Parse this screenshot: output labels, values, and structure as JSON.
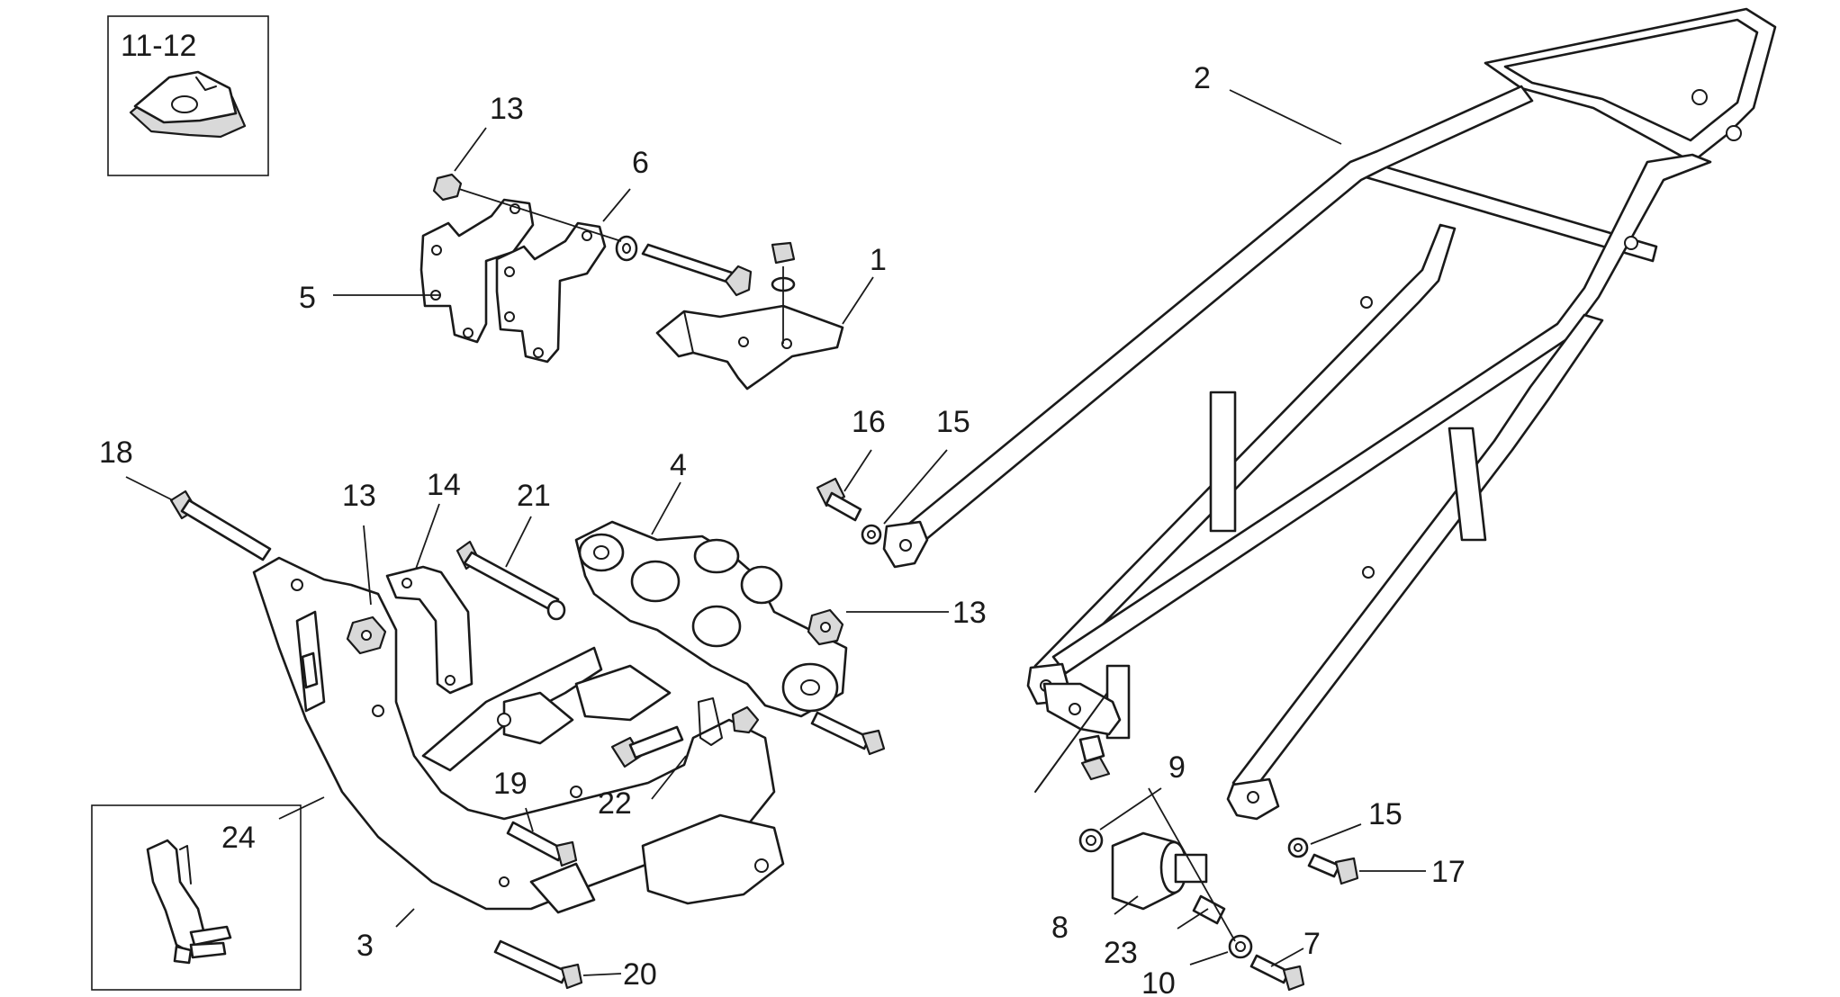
{
  "callouts": {
    "c_11_12": "11-12",
    "c_13_top": "13",
    "c_6": "6",
    "c_5": "5",
    "c_1": "1",
    "c_2": "2",
    "c_18": "18",
    "c_13_left": "13",
    "c_14": "14",
    "c_21": "21",
    "c_4": "4",
    "c_16": "16",
    "c_15_top": "15",
    "c_13_right": "13",
    "c_22": "22",
    "c_19": "19",
    "c_24": "24",
    "c_3": "3",
    "c_20": "20",
    "c_9": "9",
    "c_8": "8",
    "c_23": "23",
    "c_10": "10",
    "c_7": "7",
    "c_15_bottom": "15",
    "c_17": "17"
  }
}
